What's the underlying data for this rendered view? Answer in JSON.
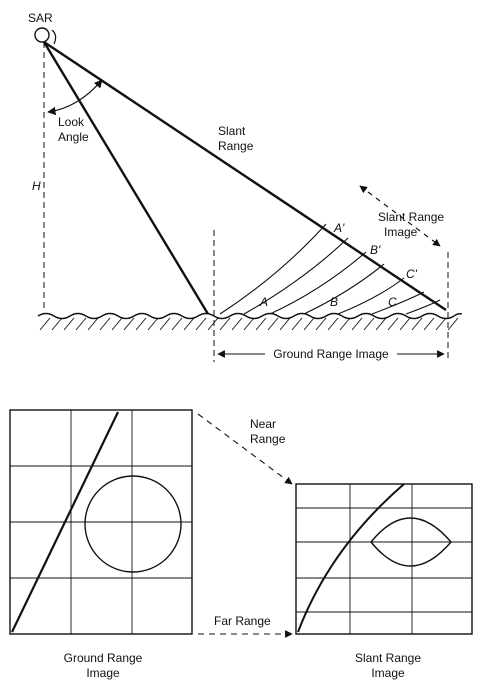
{
  "geometry_labels": {
    "sar": "SAR",
    "look_angle_line1": "Look",
    "look_angle_line2": "Angle",
    "slant_range_line1": "Slant",
    "slant_range_line2": "Range",
    "height": "H",
    "slant_range_image_line1": "Slant Range",
    "slant_range_image_line2": "Image",
    "ground_range_image": "Ground Range Image"
  },
  "points": {
    "ground": [
      "A",
      "B",
      "C"
    ],
    "slant": [
      "A'",
      "B'",
      "C'"
    ]
  },
  "image_panels": {
    "near_range_line1": "Near",
    "near_range_line2": "Range",
    "far_range": "Far Range",
    "ground_caption_line1": "Ground Range",
    "ground_caption_line2": "Image",
    "slant_caption_line1": "Slant Range",
    "slant_caption_line2": "Image"
  }
}
